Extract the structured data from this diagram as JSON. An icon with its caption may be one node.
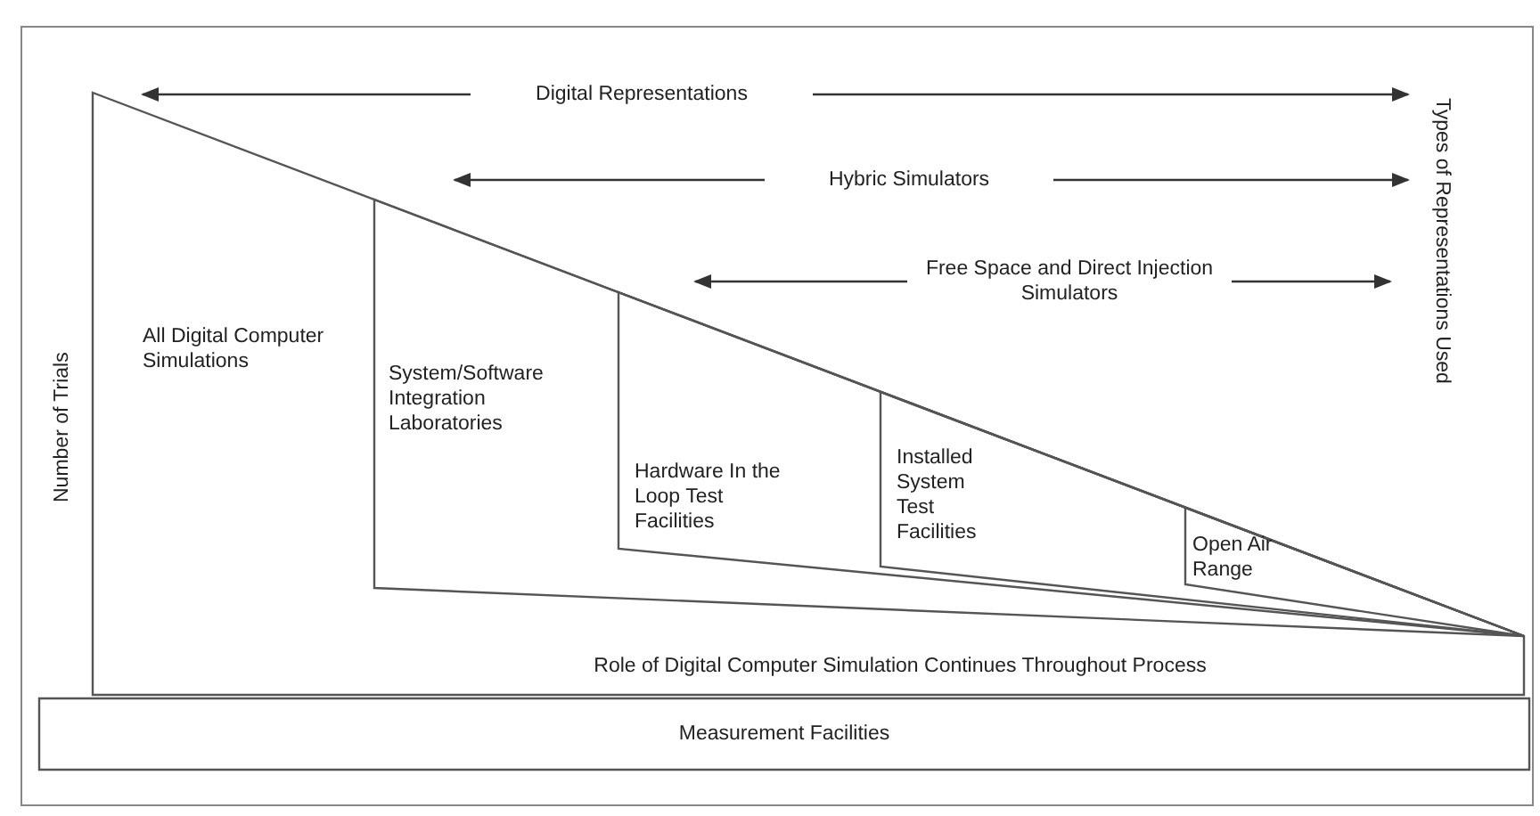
{
  "diagram": {
    "nodes": [
      {
        "text": [
          "All Digital Computer Simulations"
        ]
      },
      {
        "text": [
          "System/Software Integration Laboratories"
        ],
        "in": 0
      },
      {
        "text": [
          "Hardware In the Loop Test Facilities"
        ],
        "in": 1
      },
      {
        "text": [
          "Installed System Test Facilities"
        ],
        "in": 2
      },
      {
        "text": [
          "Open Air Range"
        ],
        "in": 3
      },
      {
        "text": [
          "Measurement Facilities"
        ]
      }
    ],
    "edges": [],
    "labels": [
      "Digital Representations",
      "Types of Representations Used",
      "Hybric Simulators",
      "Free Space and Direct Injection Simulators",
      "Number of Trials",
      "Role of Digital Computer Simulation Continues Throughout Process"
    ]
  }
}
